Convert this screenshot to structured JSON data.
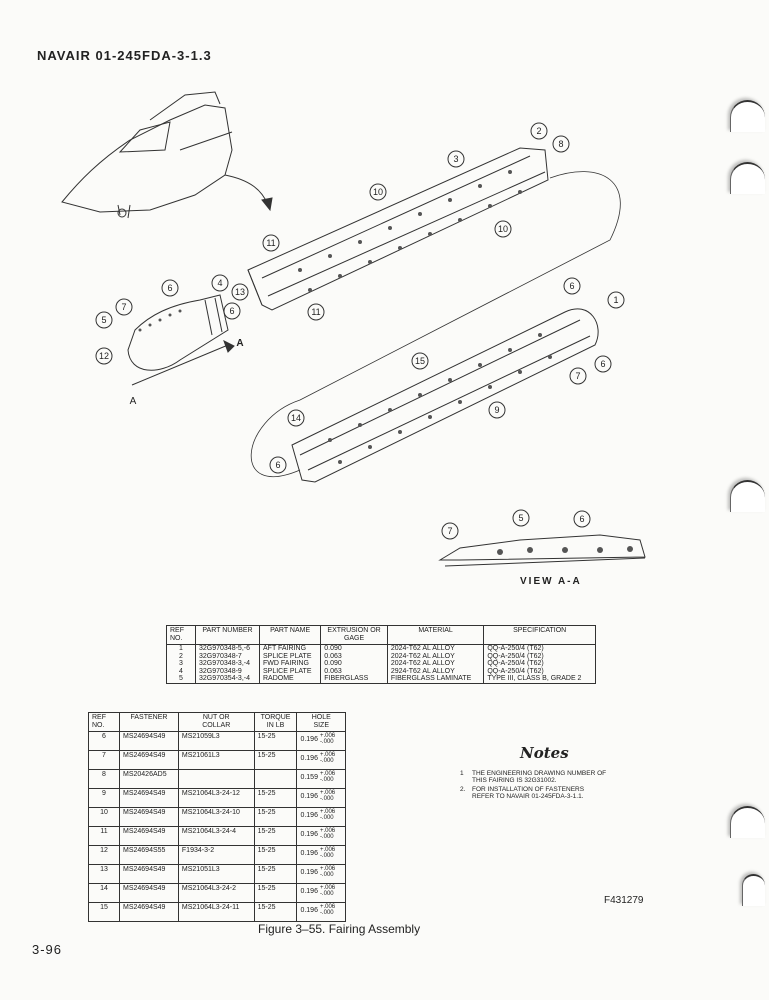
{
  "header": {
    "doc_number": "NAVAIR  01-245FDA-3-1.3"
  },
  "figure": {
    "caption": "Figure 3–55.  Fairing Assembly",
    "code": "F431279",
    "view_label": "VIEW  A-A",
    "section_arrow_label": "A",
    "callouts": [
      "1",
      "2",
      "3",
      "5",
      "6",
      "7",
      "8",
      "9",
      "10",
      "11",
      "12",
      "13",
      "14",
      "15",
      "4"
    ]
  },
  "spec_table": {
    "headers": [
      "REF\nNO.",
      "PART NUMBER",
      "PART NAME",
      "EXTRUSION OR\nGAGE",
      "MATERIAL",
      "SPECIFICATION"
    ],
    "rows": [
      [
        "1",
        "32G970348-5,-6",
        "AFT FAIRING",
        "0.090",
        "2024-T62  AL ALLOY",
        "QQ-A-250/4 (T62)"
      ],
      [
        "2",
        "32G970348-7",
        "SPLICE PLATE",
        "0.063",
        "2024-T62  AL ALLOY",
        "QQ-A-250/4 (T62)"
      ],
      [
        "3",
        "32G970348-3,-4",
        "FWD FAIRING",
        "0.090",
        "2024-T62  AL ALLOY",
        "QQ-A-250/4 (T62)"
      ],
      [
        "4",
        "32G970348-9",
        "SPLICE PLATE",
        "0.063",
        "2924-T62  AL ALLOY",
        "QQ-A-250/4 (T62)"
      ],
      [
        "5",
        "32G970354-3,-4",
        "RADOME",
        "FIBERGLASS",
        "FIBERGLASS LAMINATE",
        "TYPE III, CLASS B, GRADE 2"
      ]
    ]
  },
  "fastener_table": {
    "headers": [
      "REF\nNO.",
      "FASTENER",
      "NUT OR\nCOLLAR",
      "TORQUE\nIN LB",
      "HOLE\nSIZE"
    ],
    "rows": [
      [
        "6",
        "MS24694S49",
        "MS21059L3",
        "15-25",
        "0.196",
        "+.006",
        "-.000"
      ],
      [
        "7",
        "MS24694S49",
        "MS21061L3",
        "15-25",
        "0.196",
        "+.006",
        "-.000"
      ],
      [
        "8",
        "MS20426AD5",
        "",
        "",
        "0.159",
        "+.006",
        "-.000"
      ],
      [
        "9",
        "MS24694S49",
        "MS21064L3-24-12",
        "15-25",
        "0.196",
        "+.006",
        "-.000"
      ],
      [
        "10",
        "MS24694S49",
        "MS21064L3-24-10",
        "15-25",
        "0.196",
        "+.006",
        "-.000"
      ],
      [
        "11",
        "MS24694S49",
        "MS21064L3-24-4",
        "15-25",
        "0.196",
        "+.006",
        "-.000"
      ],
      [
        "12",
        "MS24694S55",
        "F1934-3-2",
        "15-25",
        "0.196",
        "+.006",
        "-.000"
      ],
      [
        "13",
        "MS24694S49",
        "MS21051L3",
        "15-25",
        "0.196",
        "+.006",
        "-.000"
      ],
      [
        "14",
        "MS24694S49",
        "MS21064L3-24-2",
        "15-25",
        "0.196",
        "+.006",
        "-.000"
      ],
      [
        "15",
        "MS24694S49",
        "MS21064L3-24-11",
        "15-25",
        "0.196",
        "+.006",
        "-.000"
      ]
    ]
  },
  "notes": {
    "title": "Notes",
    "items": [
      [
        "1",
        "THE ENGINEERING DRAWING NUMBER OF",
        "THIS FAIRING IS 32G31002."
      ],
      [
        "2.",
        "FOR INSTALLATION OF FASTENERS",
        "REFER TO NAVAIR 01-245FDA-3-1.1."
      ]
    ]
  },
  "footer": {
    "page_number": "3-96"
  }
}
